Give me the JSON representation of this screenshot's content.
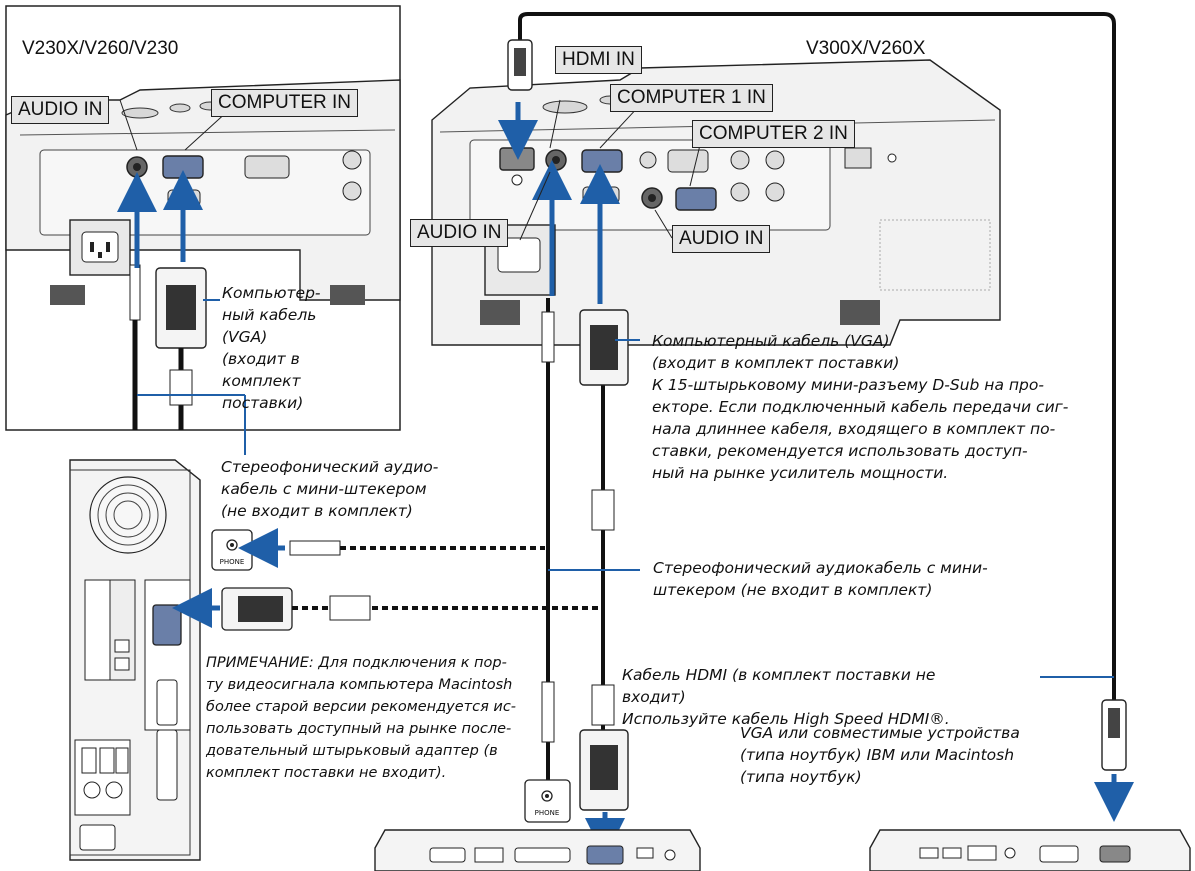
{
  "models": {
    "left": "V230X/V260/V230",
    "right": "V300X/V260X"
  },
  "labels": {
    "left_audio_in": "AUDIO IN",
    "left_computer_in": "COMPUTER IN",
    "hdmi_in": "HDMI IN",
    "computer1_in": "COMPUTER 1 IN",
    "computer2_in": "COMPUTER 2 IN",
    "right_audio_in_1": "AUDIO IN",
    "right_audio_in_2": "AUDIO IN"
  },
  "captions": {
    "left_vga_cable": "Компьютер-\nный кабель\n(VGA)\n(входит в\nкомплект\nпоставки)",
    "stereo_left": "Стереофонический аудио-\nкабель с мини-штекером\n(не входит в комплект)",
    "vga_cable_right": "Компьютерный кабель (VGA)\n(входит в комплект поставки)\nК 15-штырьковому мини-разъему D-Sub на про-\nекторе. Если подключенный кабель передачи сиг-\nнала длиннее кабеля, входящего в комплект по-\nставки, рекомендуется использовать доступ-\nный на рынке усилитель мощности.",
    "stereo_right": "Стереофонический аудиокабель с мини-\nштекером (не входит в комплект)",
    "hdmi_cable": "Кабель HDMI (в комплект поставки не\nвходит)\nИспользуйте кабель High Speed HDMI®.",
    "note": "ПРИМЕЧАНИЕ: Для подключения к пор-\nту видеосигнала компьютера Macintosh\nболее старой версии рекомендуется ис-\nпользовать доступный на рынке после-\nдовательный штырьковый адаптер (в\nкомплект поставки не входит).",
    "vga_devices": "VGA или совместимые устройства\n(типа ноутбук) IBM или Macintosh\n(типа ноутбук)"
  },
  "phone_label": "PHONE",
  "colors": {
    "arrow": "#1f5fa8",
    "leader": "#1f5fa8",
    "cable": "#111111",
    "device_fill": "#f2f2f2",
    "device_stroke": "#222222",
    "label_bg": "#e6e6e6"
  }
}
